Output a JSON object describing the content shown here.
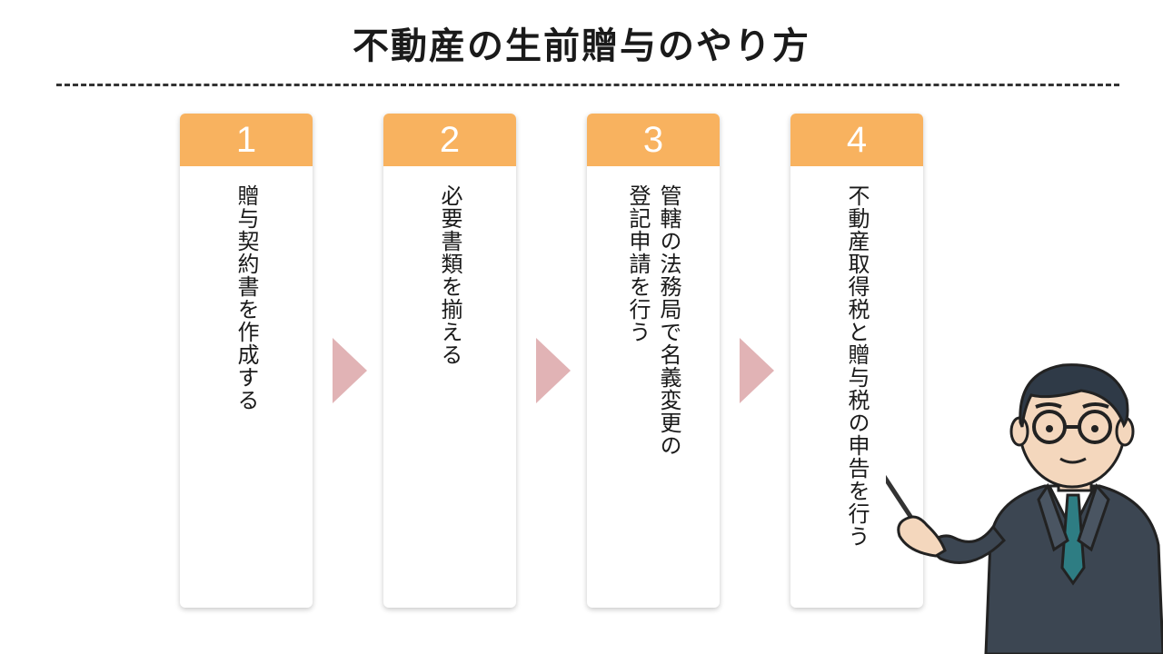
{
  "title": "不動産の生前贈与のやり方",
  "steps": [
    {
      "number": "1",
      "text": "贈与契約書を作成する"
    },
    {
      "number": "2",
      "text": "必要書類を揃える"
    },
    {
      "number": "3",
      "text": "管轄の法務局で名義変更の\n登記申請を行う"
    },
    {
      "number": "4",
      "text": "不動産取得税と贈与税の申告を行う"
    }
  ],
  "colors": {
    "header": "#f8b25f",
    "arrow": "#e1b3b5",
    "divider": "#333333",
    "suit": "#3c4652",
    "tie": "#2e7d83"
  }
}
